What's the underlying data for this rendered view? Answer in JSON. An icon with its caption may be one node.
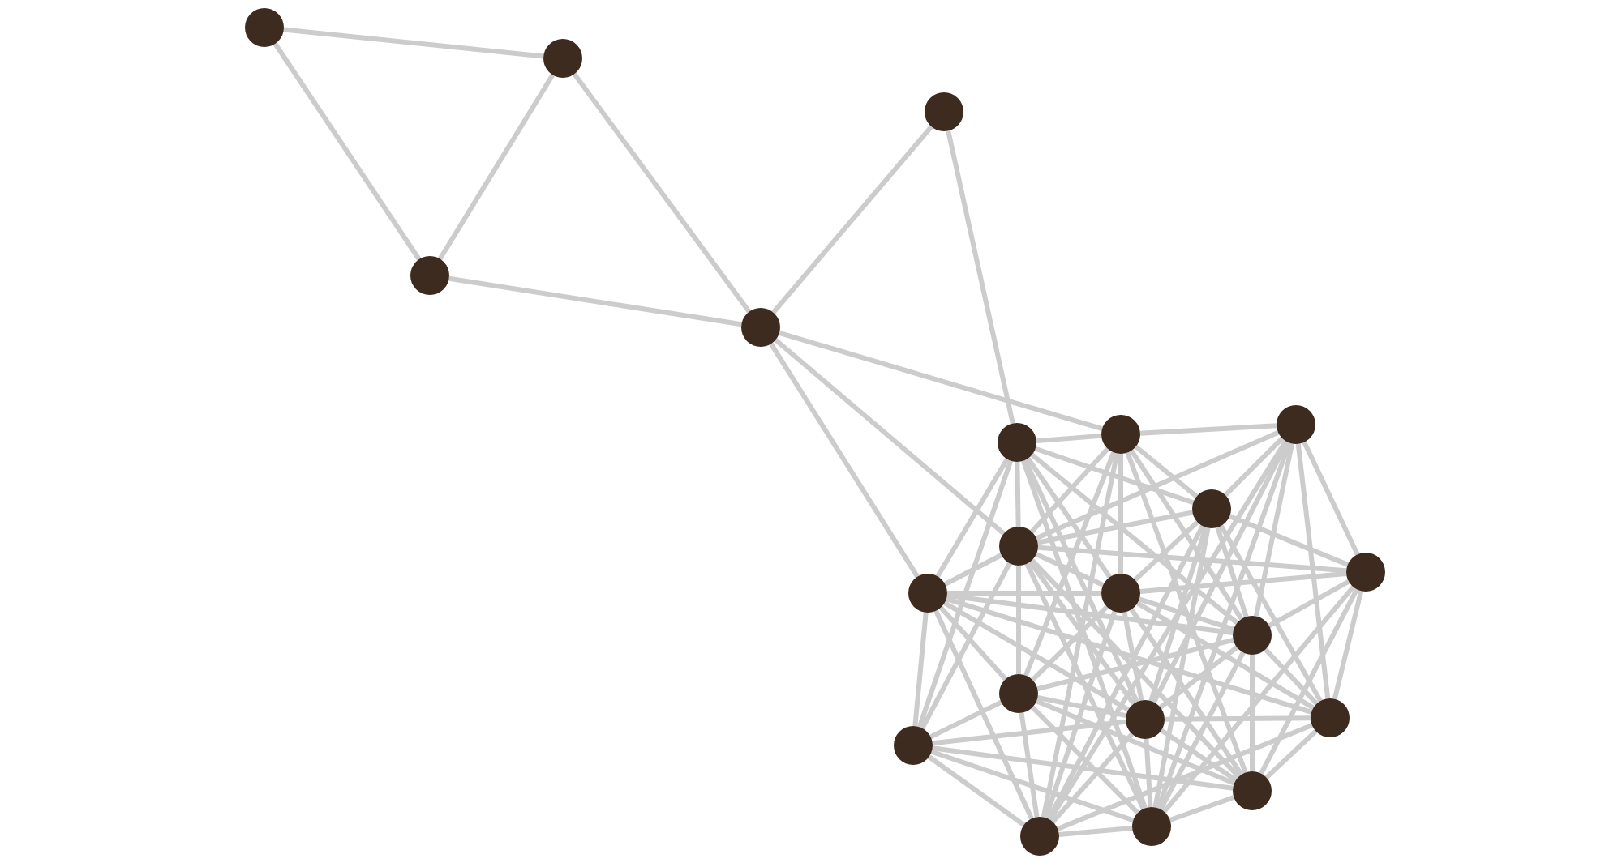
{
  "diagram": {
    "nodes": [
      {
        "text": [],
        "shape": "circle"
      },
      {
        "text": [],
        "shape": "circle"
      },
      {
        "text": [],
        "shape": "circle"
      },
      {
        "text": [],
        "shape": "circle"
      },
      {
        "text": [],
        "shape": "circle"
      },
      {
        "text": [],
        "shape": "circle"
      },
      {
        "text": [],
        "shape": "circle"
      },
      {
        "text": [],
        "shape": "circle"
      },
      {
        "text": [],
        "shape": "circle"
      },
      {
        "text": [],
        "shape": "circle"
      },
      {
        "text": [],
        "shape": "circle"
      },
      {
        "text": [],
        "shape": "circle"
      },
      {
        "text": [],
        "shape": "circle"
      },
      {
        "text": [],
        "shape": "circle"
      },
      {
        "text": [],
        "shape": "circle"
      },
      {
        "text": [],
        "shape": "circle"
      },
      {
        "text": [],
        "shape": "circle"
      },
      {
        "text": [],
        "shape": "circle"
      },
      {
        "text": [],
        "shape": "circle"
      },
      {
        "text": [],
        "shape": "circle"
      },
      {
        "text": [],
        "shape": "circle"
      }
    ],
    "edges": [
      {
        "from": 0,
        "to": 1,
        "arrow": "none"
      },
      {
        "from": 0,
        "to": 3,
        "arrow": "none"
      },
      {
        "from": 1,
        "to": 3,
        "arrow": "none"
      },
      {
        "from": 1,
        "to": 4,
        "arrow": "none"
      },
      {
        "from": 3,
        "to": 4,
        "arrow": "none"
      },
      {
        "from": 2,
        "to": 4,
        "arrow": "none"
      },
      {
        "from": 2,
        "to": 7,
        "arrow": "none"
      },
      {
        "from": 4,
        "to": 6,
        "arrow": "none"
      },
      {
        "from": 4,
        "to": 9,
        "arrow": "none"
      },
      {
        "from": 4,
        "to": 11,
        "arrow": "none"
      },
      {
        "from": 5,
        "to": 6,
        "arrow": "none"
      },
      {
        "from": 5,
        "to": 8,
        "arrow": "none"
      },
      {
        "from": 5,
        "to": 9,
        "arrow": "none"
      },
      {
        "from": 5,
        "to": 10,
        "arrow": "none"
      },
      {
        "from": 5,
        "to": 13,
        "arrow": "none"
      },
      {
        "from": 5,
        "to": 15,
        "arrow": "none"
      },
      {
        "from": 5,
        "to": 16,
        "arrow": "none"
      },
      {
        "from": 5,
        "to": 19,
        "arrow": "none"
      },
      {
        "from": 5,
        "to": 20,
        "arrow": "none"
      },
      {
        "from": 6,
        "to": 7,
        "arrow": "none"
      },
      {
        "from": 6,
        "to": 8,
        "arrow": "none"
      },
      {
        "from": 6,
        "to": 9,
        "arrow": "none"
      },
      {
        "from": 6,
        "to": 12,
        "arrow": "none"
      },
      {
        "from": 6,
        "to": 13,
        "arrow": "none"
      },
      {
        "from": 6,
        "to": 14,
        "arrow": "none"
      },
      {
        "from": 6,
        "to": 18,
        "arrow": "none"
      },
      {
        "from": 6,
        "to": 20,
        "arrow": "none"
      },
      {
        "from": 7,
        "to": 8,
        "arrow": "none"
      },
      {
        "from": 7,
        "to": 9,
        "arrow": "none"
      },
      {
        "from": 7,
        "to": 11,
        "arrow": "none"
      },
      {
        "from": 7,
        "to": 12,
        "arrow": "none"
      },
      {
        "from": 7,
        "to": 13,
        "arrow": "none"
      },
      {
        "from": 7,
        "to": 16,
        "arrow": "none"
      },
      {
        "from": 7,
        "to": 17,
        "arrow": "none"
      },
      {
        "from": 7,
        "to": 19,
        "arrow": "none"
      },
      {
        "from": 8,
        "to": 9,
        "arrow": "none"
      },
      {
        "from": 8,
        "to": 10,
        "arrow": "none"
      },
      {
        "from": 8,
        "to": 12,
        "arrow": "none"
      },
      {
        "from": 8,
        "to": 13,
        "arrow": "none"
      },
      {
        "from": 8,
        "to": 15,
        "arrow": "none"
      },
      {
        "from": 8,
        "to": 16,
        "arrow": "none"
      },
      {
        "from": 8,
        "to": 19,
        "arrow": "none"
      },
      {
        "from": 8,
        "to": 20,
        "arrow": "none"
      },
      {
        "from": 9,
        "to": 10,
        "arrow": "none"
      },
      {
        "from": 9,
        "to": 11,
        "arrow": "none"
      },
      {
        "from": 9,
        "to": 12,
        "arrow": "none"
      },
      {
        "from": 9,
        "to": 14,
        "arrow": "none"
      },
      {
        "from": 9,
        "to": 16,
        "arrow": "none"
      },
      {
        "from": 9,
        "to": 17,
        "arrow": "none"
      },
      {
        "from": 9,
        "to": 18,
        "arrow": "none"
      },
      {
        "from": 9,
        "to": 19,
        "arrow": "none"
      },
      {
        "from": 10,
        "to": 12,
        "arrow": "none"
      },
      {
        "from": 10,
        "to": 13,
        "arrow": "none"
      },
      {
        "from": 10,
        "to": 15,
        "arrow": "none"
      },
      {
        "from": 10,
        "to": 18,
        "arrow": "none"
      },
      {
        "from": 10,
        "to": 19,
        "arrow": "none"
      },
      {
        "from": 11,
        "to": 12,
        "arrow": "none"
      },
      {
        "from": 11,
        "to": 13,
        "arrow": "none"
      },
      {
        "from": 11,
        "to": 14,
        "arrow": "none"
      },
      {
        "from": 11,
        "to": 15,
        "arrow": "none"
      },
      {
        "from": 11,
        "to": 16,
        "arrow": "none"
      },
      {
        "from": 11,
        "to": 17,
        "arrow": "none"
      },
      {
        "from": 11,
        "to": 20,
        "arrow": "none"
      },
      {
        "from": 12,
        "to": 13,
        "arrow": "none"
      },
      {
        "from": 12,
        "to": 14,
        "arrow": "none"
      },
      {
        "from": 12,
        "to": 15,
        "arrow": "none"
      },
      {
        "from": 12,
        "to": 16,
        "arrow": "none"
      },
      {
        "from": 12,
        "to": 18,
        "arrow": "none"
      },
      {
        "from": 12,
        "to": 20,
        "arrow": "none"
      },
      {
        "from": 13,
        "to": 14,
        "arrow": "none"
      },
      {
        "from": 13,
        "to": 15,
        "arrow": "none"
      },
      {
        "from": 13,
        "to": 16,
        "arrow": "none"
      },
      {
        "from": 13,
        "to": 18,
        "arrow": "none"
      },
      {
        "from": 13,
        "to": 19,
        "arrow": "none"
      },
      {
        "from": 14,
        "to": 16,
        "arrow": "none"
      },
      {
        "from": 14,
        "to": 17,
        "arrow": "none"
      },
      {
        "from": 14,
        "to": 18,
        "arrow": "none"
      },
      {
        "from": 14,
        "to": 19,
        "arrow": "none"
      },
      {
        "from": 14,
        "to": 20,
        "arrow": "none"
      },
      {
        "from": 15,
        "to": 16,
        "arrow": "none"
      },
      {
        "from": 15,
        "to": 18,
        "arrow": "none"
      },
      {
        "from": 15,
        "to": 20,
        "arrow": "none"
      },
      {
        "from": 16,
        "to": 17,
        "arrow": "none"
      },
      {
        "from": 16,
        "to": 18,
        "arrow": "none"
      },
      {
        "from": 16,
        "to": 19,
        "arrow": "none"
      },
      {
        "from": 16,
        "to": 20,
        "arrow": "none"
      },
      {
        "from": 17,
        "to": 18,
        "arrow": "none"
      },
      {
        "from": 17,
        "to": 19,
        "arrow": "none"
      },
      {
        "from": 17,
        "to": 20,
        "arrow": "none"
      },
      {
        "from": 18,
        "to": 19,
        "arrow": "none"
      },
      {
        "from": 19,
        "to": 20,
        "arrow": "none"
      }
    ]
  }
}
